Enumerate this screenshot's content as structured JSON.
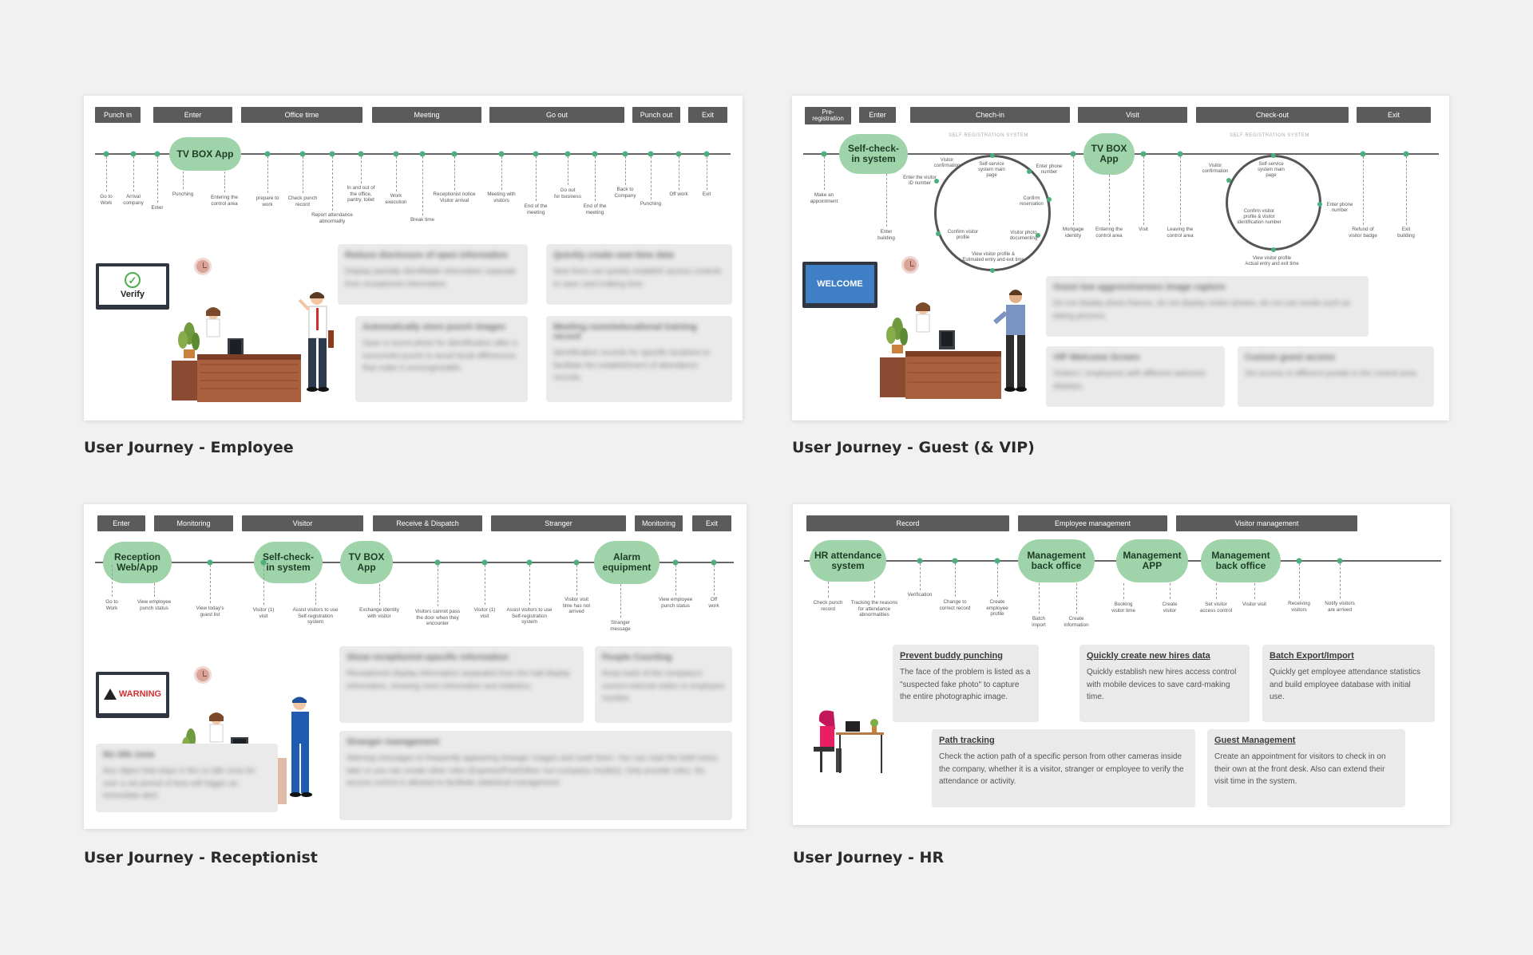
{
  "panels": [
    {
      "id": "employee",
      "title": "User Journey - Employee",
      "headers": [
        "Punch in",
        "Enter",
        "Office time",
        "Meeting",
        "Go out",
        "Punch out",
        "Exit"
      ],
      "pills": [
        "TV BOX App"
      ],
      "labels": [
        "Go to\nWork",
        "Arrival\ncompany",
        "Enter",
        "Punching",
        "prepare to\nwork",
        "Entering the\ncontrol area",
        "Check punch\nrecord",
        "Report attendance\nabnormality",
        "In and out of\nthe office,\npantry, toilet",
        "Work\nexecution",
        "Break time",
        "Receptionist notice\nVisitor arrival",
        "Meeting with\nvisitors",
        "End of the\nmeeting",
        "Go out\nfor business",
        "End of the\nmeeting",
        "Back to\nCompany",
        "Punching",
        "Off work",
        "Exit"
      ],
      "screen_text": "Verify",
      "cards": [
        {
          "title": "Reduce disclosure of open information",
          "body": "Display partially identifiable information separate from receptionist information."
        },
        {
          "title": "Quickly create new time data",
          "body": "New hires can quickly establish access controls to save card-making time."
        },
        {
          "title": "Automatically store punch images",
          "body": "Save a recent photo for identification after a successful punch to avoid facial differences that make it unrecognizable."
        },
        {
          "title": "Meeting room/educational training record",
          "body": "Identification records for specific locations to facilitate the establishment of attendance records."
        }
      ]
    },
    {
      "id": "guest",
      "title": "User Journey - Guest (& VIP)",
      "headers": [
        "Pre-\nregistration",
        "Enter",
        "Chech-in",
        "Visit",
        "Check-out",
        "Exit"
      ],
      "pills": [
        "Self-check-\nin system",
        "TV BOX\nApp"
      ],
      "sub1": "SELF-REGISTRATION SYSTEM",
      "sub2": "SELF-REGISTRATION SYSTEM",
      "labels": [
        "Make an\nappointment",
        "Enter\nbuilding",
        "Mortgage\nidentity",
        "Entering the\ncontrol area",
        "Visit",
        "Leaving the\ncontrol area",
        "Refund of\nvisitor badge",
        "Exit\nbuilding"
      ],
      "cycle1": [
        "Visitor\nconfirmation",
        "Self-service\nsystem main\npage",
        "Enter phone\nnumber",
        "Enter the visitor\nID number",
        "Confirm\nreservation",
        "Confirm visitor\nprofile",
        "Visitor photo\ndocumenting",
        "View visitor profile &\nEstimated entry and exit time"
      ],
      "cycle2": [
        "Visitor\nconfirmation",
        "Self-service\nsystem main\npage",
        "Enter phone\nnumber",
        "Confirm visitor\nprofile & visitor\nidentification number",
        "View visitor profile\nActual entry and exit time"
      ],
      "screen_text": "WELCOME",
      "cards": [
        {
          "title": "Guest low aggressiveness image capture",
          "body": "Do not display photo frames, do not display visitor photos, do not use words such as taking pictures."
        },
        {
          "title": "VIP Welcome Screen",
          "body": "Visitors / employees with different welcome displays."
        },
        {
          "title": "Custom guest access",
          "body": "Set access to different portals in the control area."
        }
      ]
    },
    {
      "id": "receptionist",
      "title": "User Journey - Receptionist",
      "headers": [
        "Enter",
        "Monitoring",
        "Visitor",
        "Receive & Dispatch",
        "Stranger",
        "Monitoring",
        "Exit"
      ],
      "pills": [
        "Reception\nWeb/App",
        "Self-check-\nin system",
        "TV BOX\nApp",
        "Alarm\nequipment"
      ],
      "labels": [
        "Go to\nWork",
        "View employee\npunch status",
        "View today's\nguest list",
        "Visitor (1)\nvisit",
        "Assist visitors to use\nSelf-registration\nsystem",
        "Exchange identity\nwith visitor",
        "Visitors cannot pass\nthe door when they\nencounter",
        "Visitor (1)\nvisit",
        "Assist visitors to use\nSelf-registration\nsystem",
        "Visitor visit\ntime has not\narrived",
        "Stranger\nmessage",
        "View employee\npunch status",
        "Off\nwork"
      ],
      "screen_text": "WARNING",
      "cards": [
        {
          "title": "Show receptionist-specific information",
          "body": "Receptionist display information separated from the hall display information, showing more information and statistics."
        },
        {
          "title": "People Counting",
          "body": "Keep track of the company's current internal visitor or employee number."
        },
        {
          "title": "No idle zone",
          "body": "Any object that stays in the no idle zone for over a set period of time will trigger an immediate alert."
        },
        {
          "title": "Stranger management",
          "body": "Warning messages to frequently appearing stranger images and mark them. You can read the bold menu later or you can create other roles (Express/Post/Other non-company models). Only provide roles. No access control is allowed to facilitate statistical management."
        }
      ]
    },
    {
      "id": "hr",
      "title": "User Journey - HR",
      "headers": [
        "Record",
        "Employee management",
        "Visitor management"
      ],
      "pills": [
        "HR attendance\nsystem",
        "Management\nback office",
        "Management\nAPP",
        "Management\nback office"
      ],
      "labels": [
        "Check punch\nrecord",
        "Tracking the reasons\nfor attendance\nabnormalities",
        "Verification",
        "Change to\ncorrect record",
        "Create\nemployee\nprofile",
        "Batch\nimport",
        "Create\ninformation",
        "Booking\nvisitor time",
        "Create\nvisitor",
        "Set visitor\naccess control",
        "Visitor visit",
        "Receiving\nvisitors",
        "Notify visitors\nare arrived"
      ],
      "cards": [
        {
          "title": "Prevent buddy punching",
          "body": "The face of the problem is listed as a \"suspected fake photo\" to capture the entire photographic image."
        },
        {
          "title": "Quickly create new hires data",
          "body": "Quickly establish new hires access control with mobile devices to save card-making time."
        },
        {
          "title": "Batch Export/Import",
          "body": "Quickly get employee attendance statistics and build employee database with initial use."
        },
        {
          "title": "Path tracking",
          "body": "Check the action path of a specific person from other cameras inside the company, whether it is a visitor, stranger or employee to verify the attendance or activity."
        },
        {
          "title": "Guest Management",
          "body": "Create an appointment for visitors to check in on their own at the front desk. Also can extend their visit time in the system."
        }
      ]
    }
  ],
  "colors": {
    "background": "#f1f1f2",
    "header": "#5b5b5b",
    "pill": "#9fd3aa",
    "dot": "#4caf7d",
    "card": "#eaeaea"
  },
  "icons": [
    "check-icon",
    "clock-icon",
    "warning-icon",
    "plant-icon",
    "monitor-icon"
  ]
}
